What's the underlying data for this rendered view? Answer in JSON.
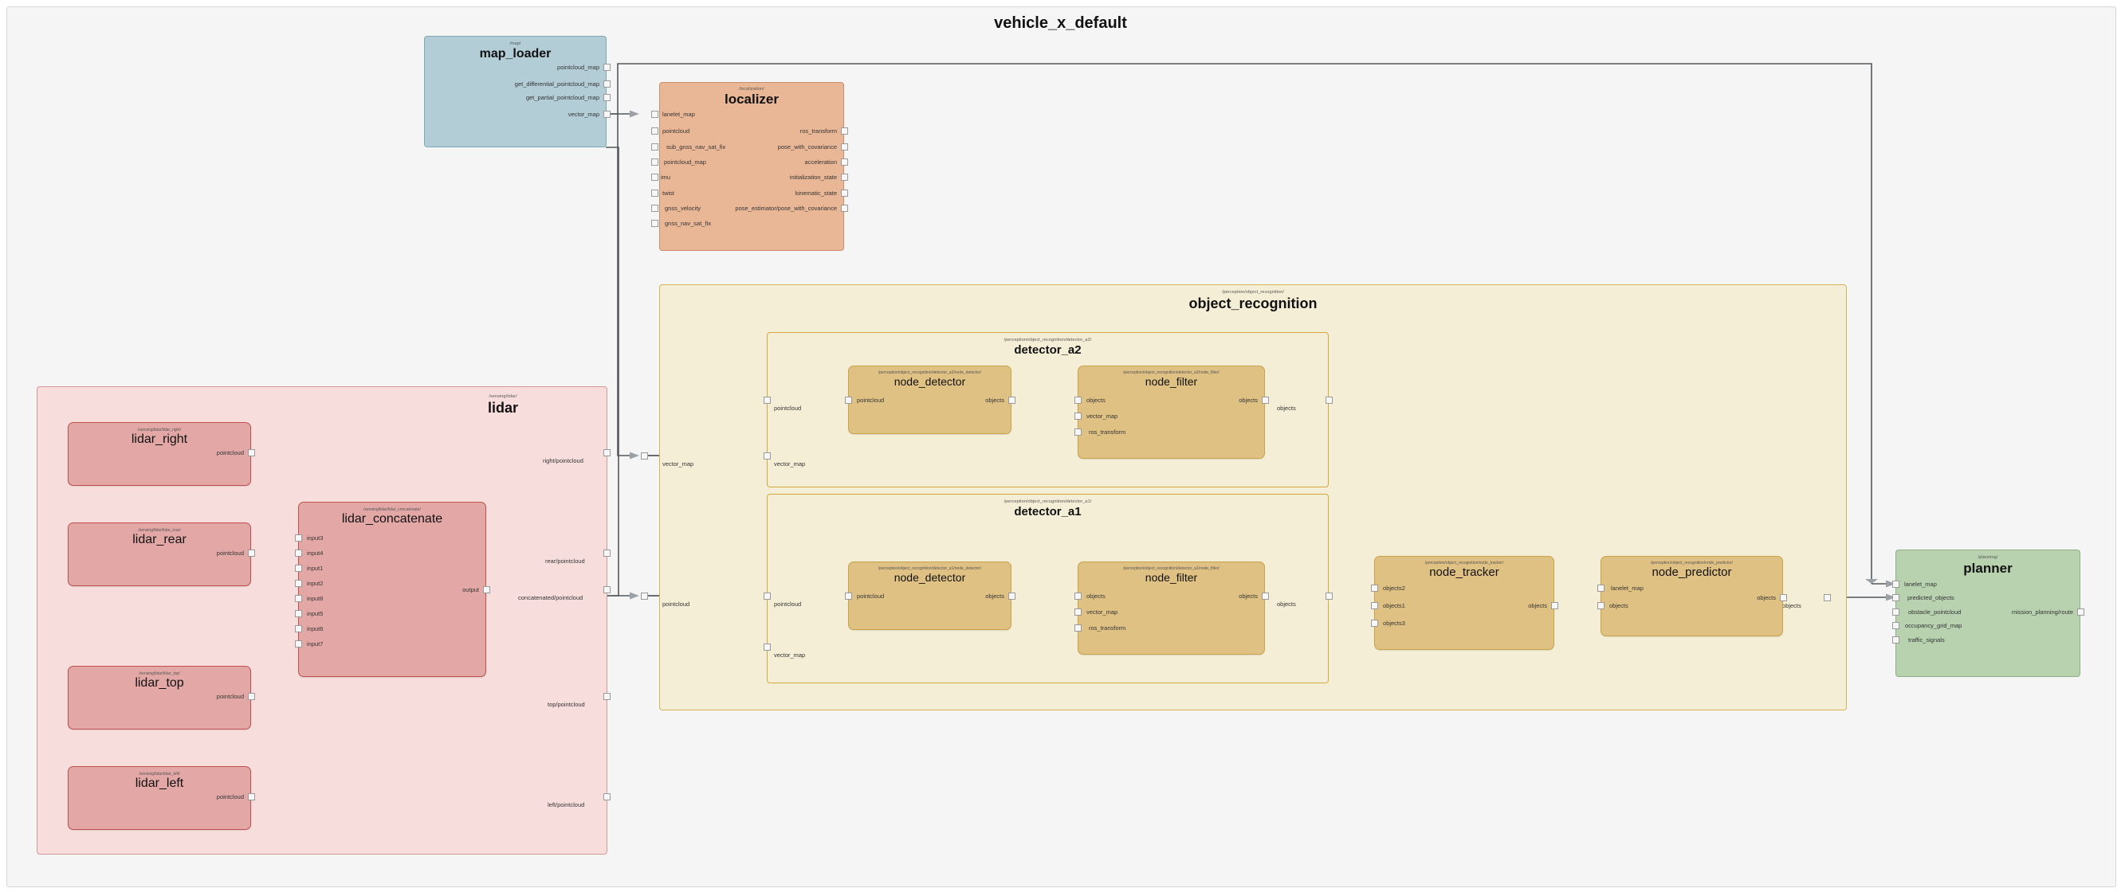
{
  "diagram": {
    "title": "vehicle_x_default",
    "background": "#ffffff",
    "outer_frame": {
      "stroke": "#d6d6d6",
      "fill": "#f5f5f5"
    }
  },
  "groups": {
    "map_loader": {
      "title": "map_loader",
      "namespace": "/map/",
      "fill": "#b3cdd6",
      "stroke": "#7fa8b4",
      "outputs": [
        {
          "label": "pointcloud_map"
        },
        {
          "label": "get_differential_pointcloud_map"
        },
        {
          "label": "get_partial_pointcloud_map"
        },
        {
          "label": "vector_map"
        }
      ]
    },
    "localizer": {
      "title": "localizer",
      "namespace": "/localization/",
      "fill": "#eab796",
      "stroke": "#c98e6e",
      "inputs": [
        {
          "label": "lanelet_map"
        },
        {
          "label": "pointcloud"
        },
        {
          "label": "sub_gnss_nav_sat_fix"
        },
        {
          "label": "pointcloud_map"
        },
        {
          "label": "imu"
        },
        {
          "label": "twist"
        },
        {
          "label": "gnss_velocity"
        },
        {
          "label": "gnss_nav_sat_fix"
        }
      ],
      "outputs": [
        {
          "label": "ros_transform"
        },
        {
          "label": "pose_with_covariance"
        },
        {
          "label": "acceleration"
        },
        {
          "label": "initialization_state"
        },
        {
          "label": "kinematic_state"
        },
        {
          "label": "pose_estimator/pose_with_covariance"
        }
      ]
    },
    "lidar": {
      "title": "lidar",
      "namespace": "/sensing/lidar/",
      "fill": "#f7dedd",
      "stroke": "#d4979a",
      "outputs": [
        {
          "label": "right/pointcloud"
        },
        {
          "label": "rear/pointcloud"
        },
        {
          "label": "concatenated/pointcloud"
        },
        {
          "label": "top/pointcloud"
        },
        {
          "label": "left/pointcloud"
        }
      ],
      "nodes": {
        "lidar_right": {
          "title": "lidar_right",
          "namespace": "/sensing/lidar/lidar_right/",
          "outputs": [
            {
              "label": "pointcloud"
            }
          ]
        },
        "lidar_rear": {
          "title": "lidar_rear",
          "namespace": "/sensing/lidar/lidar_rear/",
          "outputs": [
            {
              "label": "pointcloud"
            }
          ]
        },
        "lidar_top": {
          "title": "lidar_top",
          "namespace": "/sensing/lidar/lidar_top/",
          "outputs": [
            {
              "label": "pointcloud"
            }
          ]
        },
        "lidar_left": {
          "title": "lidar_left",
          "namespace": "/sensing/lidar/lidar_left/",
          "outputs": [
            {
              "label": "pointcloud"
            }
          ]
        },
        "lidar_concatenate": {
          "title": "lidar_concatenate",
          "namespace": "/sensing/lidar/lidar_concatenate/",
          "inputs": [
            {
              "label": "input3"
            },
            {
              "label": "input4"
            },
            {
              "label": "input1"
            },
            {
              "label": "input2"
            },
            {
              "label": "input8"
            },
            {
              "label": "input5"
            },
            {
              "label": "input6"
            },
            {
              "label": "input7"
            }
          ],
          "outputs": [
            {
              "label": "output"
            }
          ]
        }
      },
      "node_fill": "#e3a8a6",
      "node_stroke": "#c0504d"
    },
    "object_recognition": {
      "title": "object_recognition",
      "namespace": "/perception/object_recognition/",
      "fill": "#f5eed6",
      "stroke": "#d4b455",
      "inputs": [
        {
          "label": "vector_map"
        },
        {
          "label": "pointcloud"
        }
      ],
      "outputs": [
        {
          "label": "objects"
        }
      ],
      "subgroups": {
        "detector_a2": {
          "title": "detector_a2",
          "namespace": "/perception/object_recognition/detector_a2/",
          "inputs": [
            {
              "label": "pointcloud"
            },
            {
              "label": "vector_map"
            }
          ],
          "outputs": [
            {
              "label": "objects"
            }
          ],
          "nodes": {
            "node_detector": {
              "title": "node_detector",
              "namespace": "/perception/object_recognition/detector_a2/node_detector/",
              "inputs": [
                {
                  "label": "pointcloud"
                }
              ],
              "outputs": [
                {
                  "label": "objects"
                }
              ]
            },
            "node_filter": {
              "title": "node_filter",
              "namespace": "/perception/object_recognition/detector_a2/node_filter/",
              "inputs": [
                {
                  "label": "objects"
                },
                {
                  "label": "vector_map"
                },
                {
                  "label": "ros_transform"
                }
              ],
              "outputs": [
                {
                  "label": "objects"
                }
              ]
            }
          }
        },
        "detector_a1": {
          "title": "detector_a1",
          "namespace": "/perception/object_recognition/detector_a1/",
          "inputs": [
            {
              "label": "pointcloud"
            },
            {
              "label": "vector_map"
            }
          ],
          "outputs": [
            {
              "label": "objects"
            }
          ],
          "nodes": {
            "node_detector": {
              "title": "node_detector",
              "namespace": "/perception/object_recognition/detector_a1/node_detector/",
              "inputs": [
                {
                  "label": "pointcloud"
                }
              ],
              "outputs": [
                {
                  "label": "objects"
                }
              ]
            },
            "node_filter": {
              "title": "node_filter",
              "namespace": "/perception/object_recognition/detector_a1/node_filter/",
              "inputs": [
                {
                  "label": "objects"
                },
                {
                  "label": "vector_map"
                },
                {
                  "label": "ros_transform"
                }
              ],
              "outputs": [
                {
                  "label": "objects"
                }
              ]
            }
          }
        }
      },
      "nodes": {
        "node_tracker": {
          "title": "node_tracker",
          "namespace": "/perception/object_recognition/node_tracker/",
          "inputs": [
            {
              "label": "objects2"
            },
            {
              "label": "objects1"
            },
            {
              "label": "objects3"
            }
          ],
          "outputs": [
            {
              "label": "objects"
            }
          ]
        },
        "node_predictor": {
          "title": "node_predictor",
          "namespace": "/perception/object_recognition/node_predictor/",
          "inputs": [
            {
              "label": "lanelet_map"
            },
            {
              "label": "objects"
            }
          ],
          "outputs": [
            {
              "label": "objects"
            }
          ]
        }
      },
      "node_fill": "#e0c184",
      "node_stroke": "#c8a349"
    },
    "planner": {
      "title": "planner",
      "namespace": "/planning/",
      "fill": "#b8d2b0",
      "stroke": "#8fae86",
      "inputs": [
        {
          "label": "lanelet_map"
        },
        {
          "label": "predicted_objects"
        },
        {
          "label": "obstacle_pointcloud"
        },
        {
          "label": "occupancy_grid_map"
        },
        {
          "label": "traffic_signals"
        }
      ],
      "outputs": [
        {
          "label": "mission_planning/route"
        }
      ]
    }
  },
  "edge_labels": {
    "right_pointcloud": "right/pointcloud",
    "rear_pointcloud": "rear/pointcloud",
    "concatenated_pointcloud": "concatenated/pointcloud",
    "top_pointcloud": "top/pointcloud",
    "left_pointcloud": "left/pointcloud",
    "vector_map": "vector_map",
    "pointcloud": "pointcloud",
    "objects": "objects"
  }
}
